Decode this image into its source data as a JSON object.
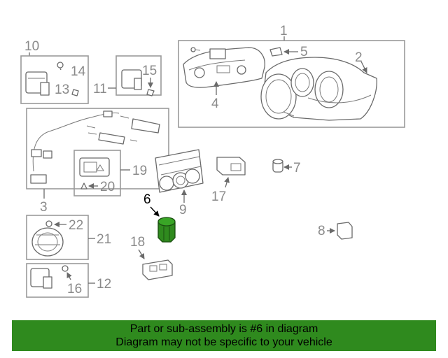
{
  "callouts": {
    "c1": "1",
    "c2": "2",
    "c3": "3",
    "c4": "4",
    "c5": "5",
    "c6": "6",
    "c7": "7",
    "c8": "8",
    "c9": "9",
    "c10": "10",
    "c11": "11",
    "c12": "12",
    "c13": "13",
    "c14": "14",
    "c15": "15",
    "c16": "16",
    "c17": "17",
    "c18": "18",
    "c19": "19",
    "c20": "20",
    "c21": "21",
    "c22": "22"
  },
  "highlight": {
    "part_number": "6",
    "color": "#2f8a1e"
  },
  "banner": {
    "line1": "Part or sub-assembly is #6 in diagram",
    "line2": "Diagram may not be specific to your vehicle",
    "background": "#2f8a1e"
  }
}
